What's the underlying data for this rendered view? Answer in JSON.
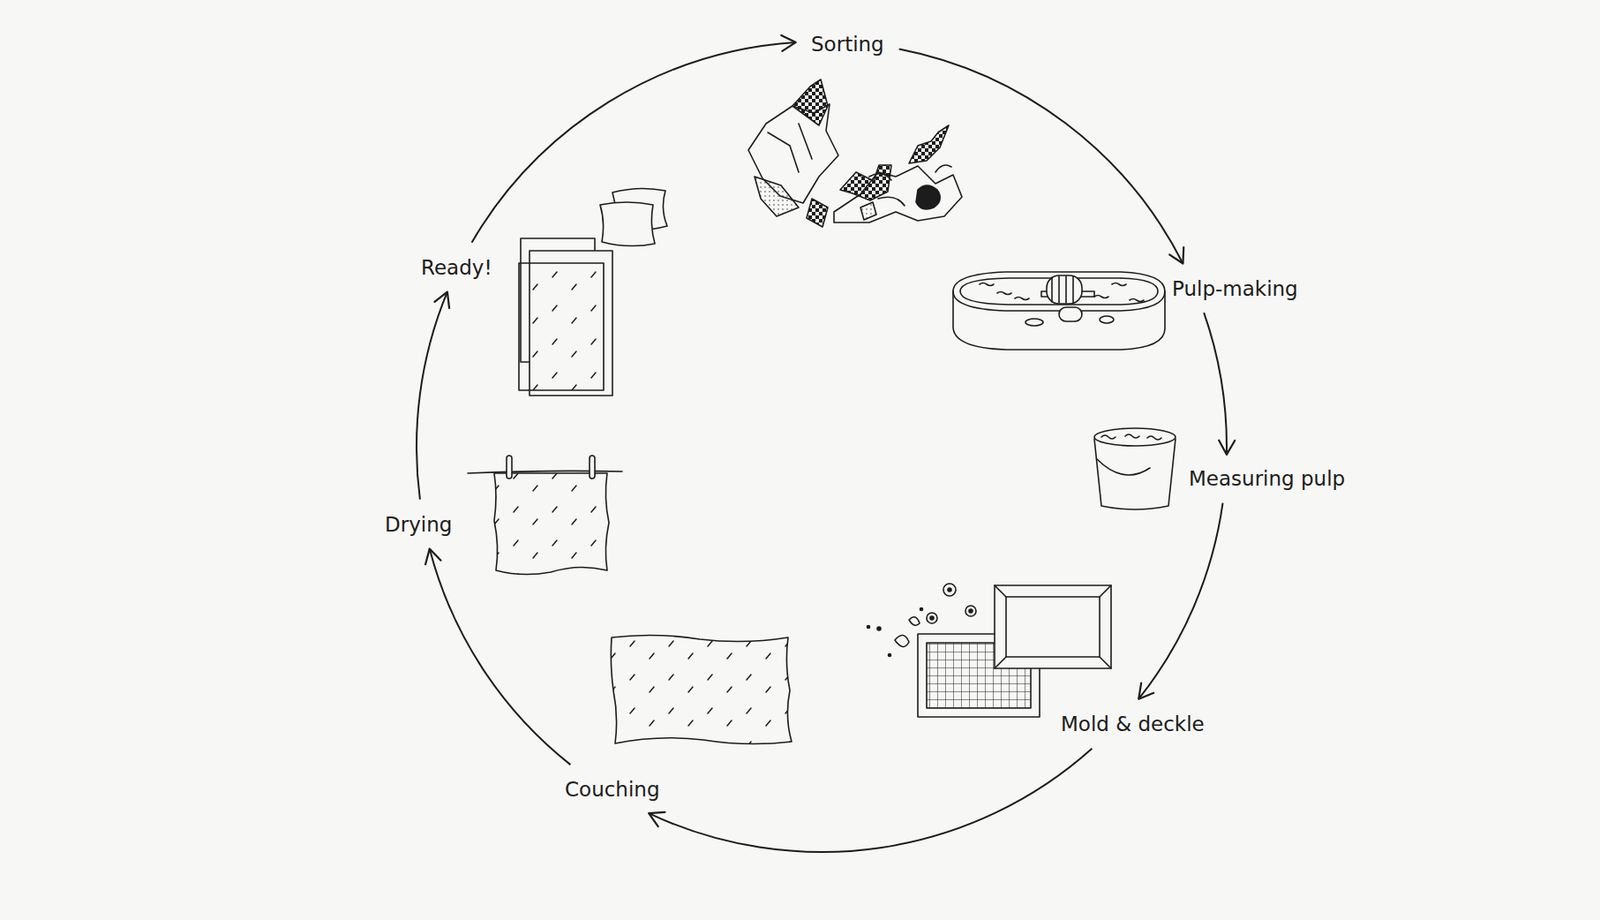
{
  "diagram": {
    "nodes": [
      {
        "text": [
          "Sorting"
        ]
      },
      {
        "text": [
          "Pulp-making"
        ]
      },
      {
        "text": [
          "Measuring pulp"
        ]
      },
      {
        "text": [
          "Mold & deckle"
        ]
      },
      {
        "text": [
          "Couching"
        ]
      },
      {
        "text": [
          "Drying"
        ]
      },
      {
        "text": [
          "Ready!"
        ]
      }
    ],
    "edges": [
      {
        "from": 0,
        "to": 1,
        "arrow": "to"
      },
      {
        "from": 1,
        "to": 2,
        "arrow": "to"
      },
      {
        "from": 2,
        "to": 3,
        "arrow": "to"
      },
      {
        "from": 3,
        "to": 4,
        "arrow": "to"
      },
      {
        "from": 4,
        "to": 5,
        "arrow": "to"
      },
      {
        "from": 5,
        "to": 6,
        "arrow": "to"
      },
      {
        "from": 6,
        "to": 0,
        "arrow": "to"
      }
    ]
  }
}
